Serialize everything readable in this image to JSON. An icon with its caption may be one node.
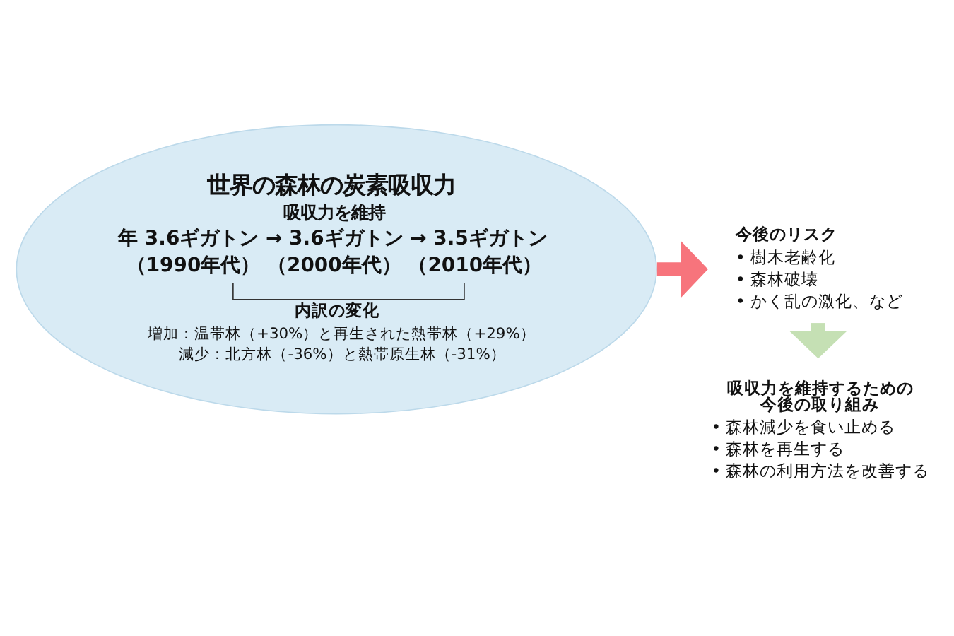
{
  "diagram": {
    "nodes": [
      {
        "text": [
          "世界の森林の炭素吸収力",
          "吸収力を維持",
          "年 3.6ギガトン → 3.6ギガトン → 3.5ギガトン",
          "（1990年代） （2000年代） （2010年代）",
          "内訳の変化",
          "増加：温帯林（+30%）と再生された熱帯林（+29%）",
          "減少：北方林（-36%）と熱帯原生林（-31%）"
        ]
      },
      {
        "text": [
          "今後のリスク",
          "• 樹木老齢化",
          "• 森林破壊",
          "• かく乱の激化、など"
        ]
      },
      {
        "text": [
          "吸収力を維持するための今後の取り組み",
          "• 森林減少を食い止める",
          "• 森林を再生する",
          "• 森林の利用方法を改善する"
        ]
      }
    ],
    "edges": [
      {
        "from": 0,
        "to": 1,
        "arrow": "to",
        "color": "#f7747c"
      },
      {
        "from": 1,
        "to": 2,
        "arrow": "to",
        "color": "#c5e0b4"
      }
    ]
  }
}
